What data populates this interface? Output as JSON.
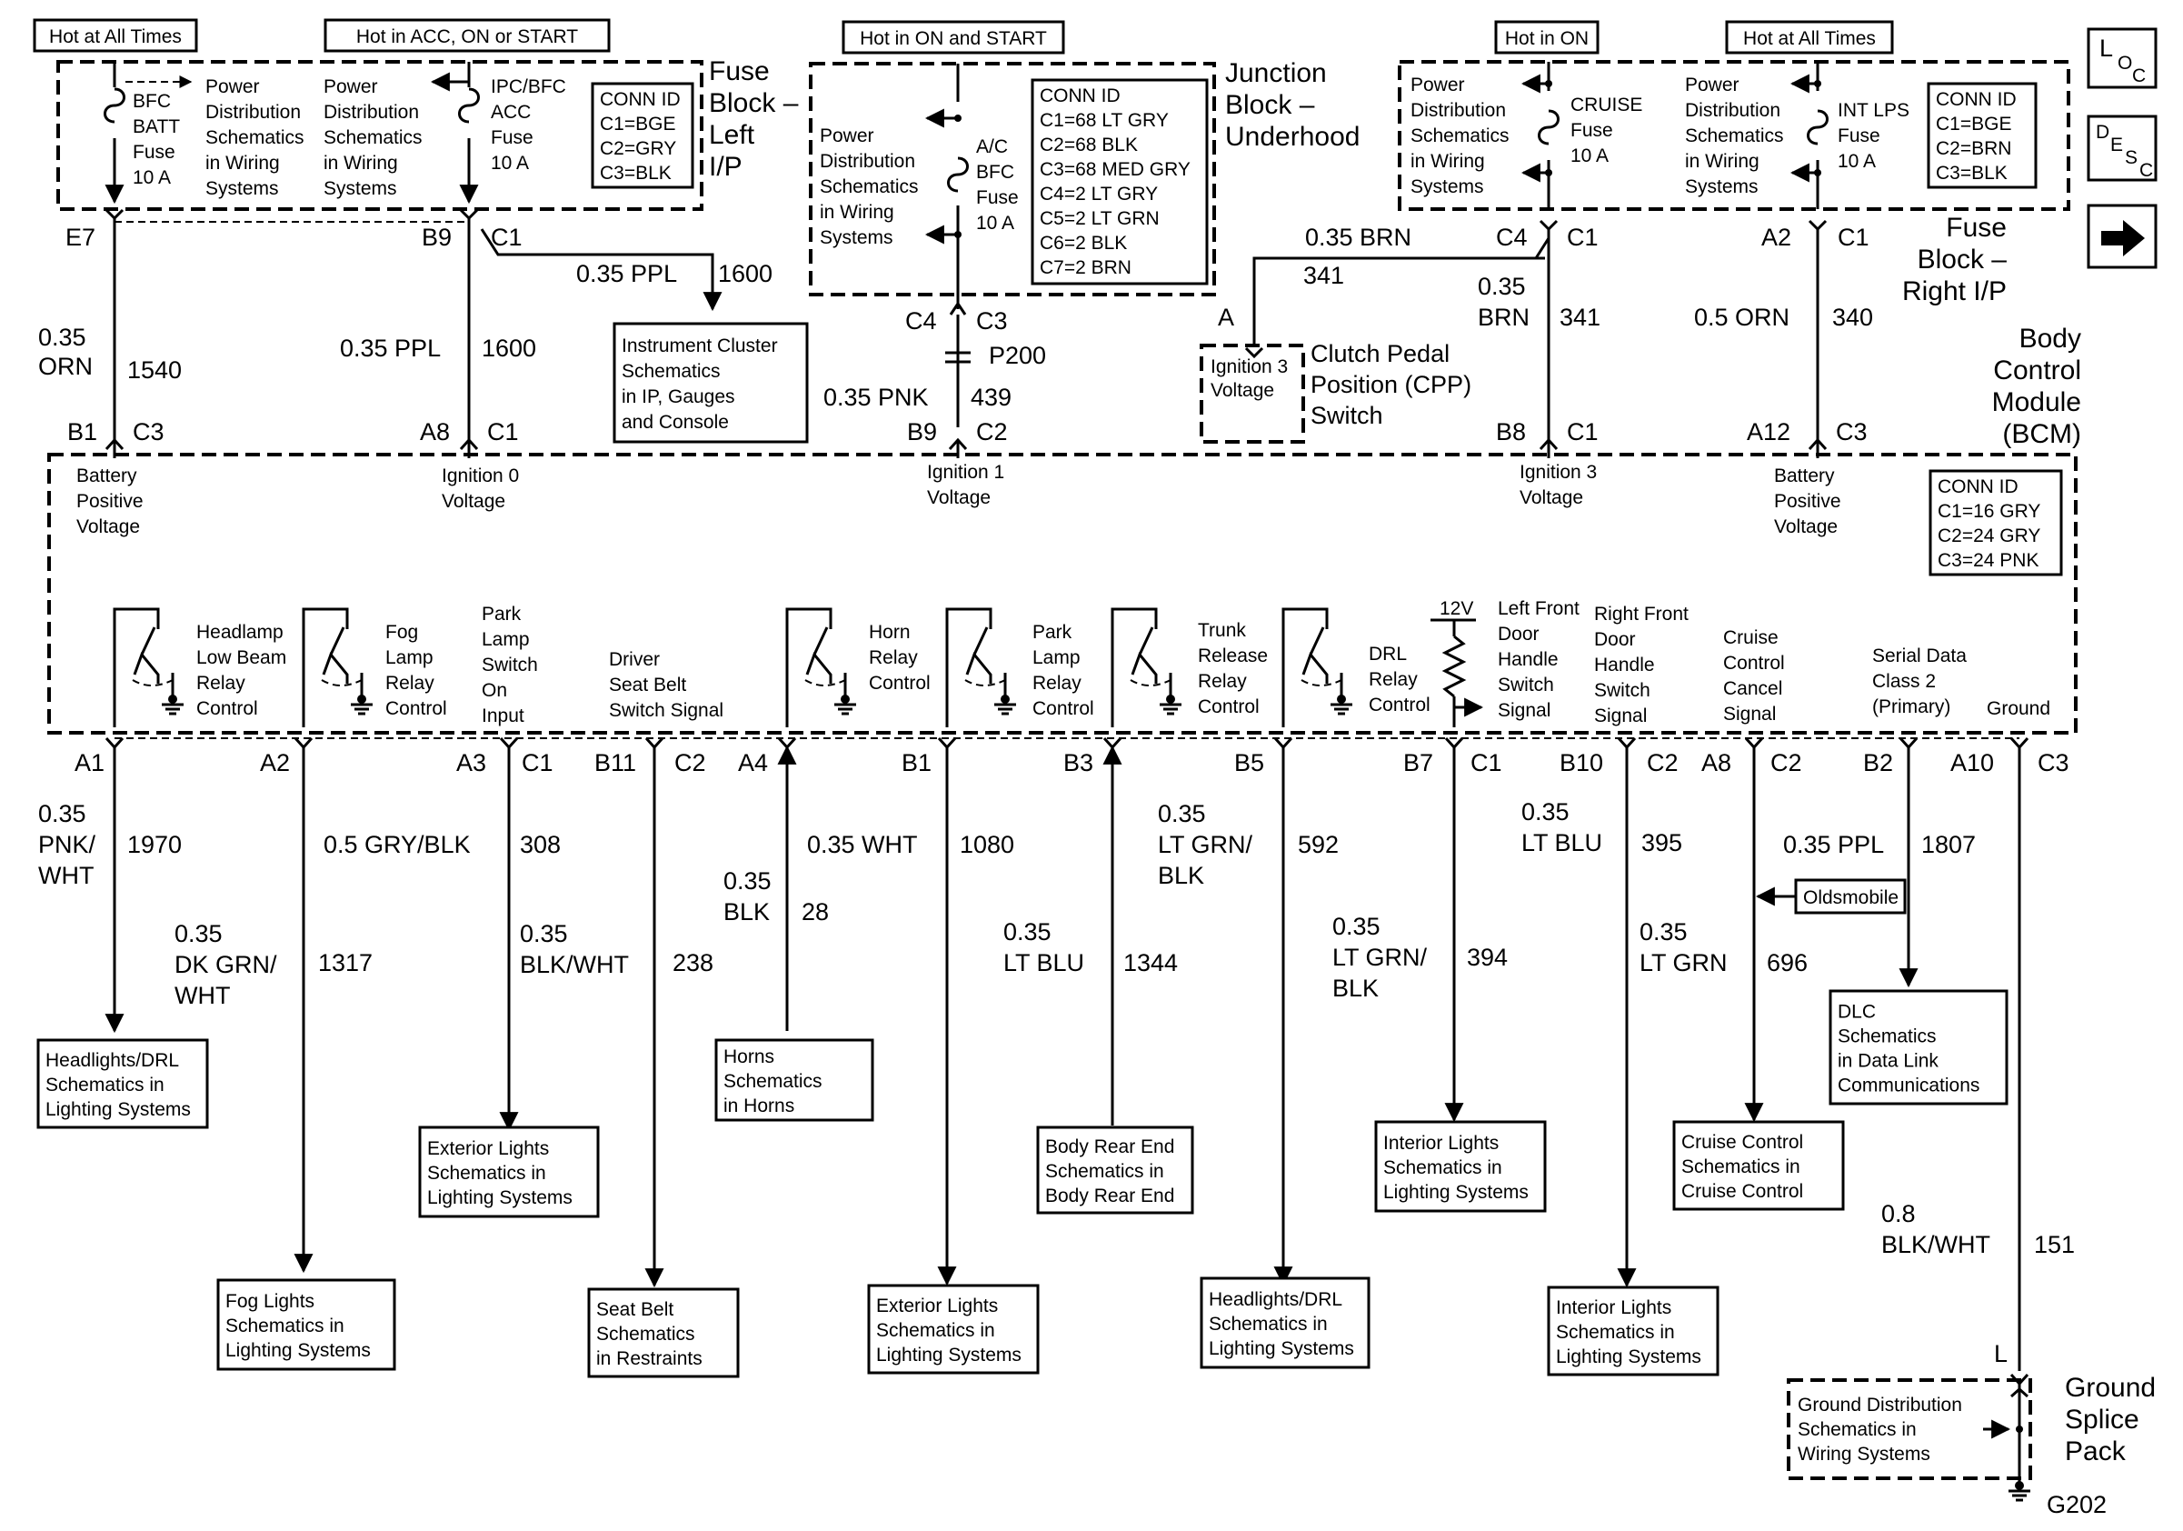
{
  "hot_labels": {
    "h1": "Hot at All Times",
    "h2": "Hot in ACC, ON or START",
    "h3": "Hot in ON and START",
    "h4": "Hot in ON",
    "h5": "Hot at All Times"
  },
  "fuse_block_left": {
    "title": [
      "Fuse",
      "Block –",
      "Left",
      "I/P"
    ],
    "bfc_fuse": [
      "BFC",
      "BATT",
      "Fuse",
      "10 A"
    ],
    "pds1": [
      "Power",
      "Distribution",
      "Schematics",
      "in Wiring",
      "Systems"
    ],
    "pds2": [
      "Power",
      "Distribution",
      "Schematics",
      "in Wiring",
      "Systems"
    ],
    "ipc_fuse": [
      "IPC/BFC",
      "ACC",
      "Fuse",
      "10 A"
    ],
    "conn": [
      "CONN ID",
      "C1=BGE",
      "C2=GRY",
      "C3=BLK"
    ]
  },
  "junction_block": {
    "title": [
      "Junction",
      "Block –",
      "Underhood"
    ],
    "pds": [
      "Power",
      "Distribution",
      "Schematics",
      "in Wiring",
      "Systems"
    ],
    "fuse": [
      "A/C",
      "BFC",
      "Fuse",
      "10 A"
    ],
    "conn": [
      "CONN ID",
      "C1=68 LT GRY",
      "C2=68 BLK",
      "C3=68 MED GRY",
      "C4=2 LT GRY",
      "C5=2 LT GRN",
      "C6=2 BLK",
      "C7=2 BRN"
    ]
  },
  "fuse_block_right": {
    "title": [
      "Fuse",
      "Block –",
      "Right I/P"
    ],
    "pds1": [
      "Power",
      "Distribution",
      "Schematics",
      "in Wiring",
      "Systems"
    ],
    "cruise_fuse": [
      "CRUISE",
      "Fuse",
      "10 A"
    ],
    "pds2": [
      "Power",
      "Distribution",
      "Schematics",
      "in Wiring",
      "Systems"
    ],
    "intlps_fuse": [
      "INT LPS",
      "Fuse",
      "10 A"
    ],
    "conn": [
      "CONN ID",
      "C1=BGE",
      "C2=BRN",
      "C3=BLK"
    ]
  },
  "nav": {
    "loc": [
      "L",
      "O",
      "C"
    ],
    "desc": [
      "D",
      "E",
      "S",
      "C"
    ],
    "next_icon": "arrow-right-icon"
  },
  "upper_wires": {
    "e7": "E7",
    "b9": "B9",
    "b9c": "C1",
    "ppl_branch": "0.35 PPL",
    "ppl_branch_num": "1600",
    "w1_gauge": "0.35",
    "w1_color": "ORN",
    "w1_num": "1540",
    "w2_gauge": "0.35 PPL",
    "w2_num": "1600",
    "ic_box": [
      "Instrument Cluster",
      "Schematics",
      "in IP, Gauges",
      "and Console"
    ],
    "c4": "C4",
    "c3": "C3",
    "p200": "P200",
    "w3_gauge": "0.35 PNK",
    "w3_num": "439",
    "brn_top": "0.35 BRN",
    "brn_top_num": "341",
    "c4r": "C4",
    "c1r": "C1",
    "cpp_a": "A",
    "cpp_box": [
      "Ignition 3",
      "Voltage"
    ],
    "cpp_title": [
      "Clutch Pedal",
      "Position (CPP)",
      "Switch"
    ],
    "w4_gauge": "0.35",
    "w4_color": "BRN",
    "w4_num": "341",
    "a2": "A2",
    "a2c": "C1",
    "w5_gauge": "0.5 ORN",
    "w5_num": "340",
    "bcm_title": [
      "Body",
      "Control",
      "Module",
      "(BCM)"
    ]
  },
  "bcm_pins_top": {
    "b1": "B1",
    "b1c": "C3",
    "a8": "A8",
    "a8c": "C1",
    "b9": "B9",
    "b9c": "C2",
    "b8": "B8",
    "b8c": "C1",
    "a12": "A12",
    "a12c": "C3"
  },
  "bcm": {
    "bat1": [
      "Battery",
      "Positive",
      "Voltage"
    ],
    "ign0": [
      "Ignition 0",
      "Voltage"
    ],
    "ign1": [
      "Ignition 1",
      "Voltage"
    ],
    "ign3": [
      "Ignition 3",
      "Voltage"
    ],
    "bat2": [
      "Battery",
      "Positive",
      "Voltage"
    ],
    "conn": [
      "CONN ID",
      "C1=16 GRY",
      "C2=24 GRY",
      "C3=24 PNK"
    ],
    "hl": [
      "Headlamp",
      "Low Beam",
      "Relay",
      "Control"
    ],
    "fog": [
      "Fog",
      "Lamp",
      "Relay",
      "Control"
    ],
    "park_sw": [
      "Park",
      "Lamp",
      "Switch",
      "On",
      "Input"
    ],
    "seat": [
      "Driver",
      "Seat Belt",
      "Switch Signal"
    ],
    "horn": [
      "Horn",
      "Relay",
      "Control"
    ],
    "park": [
      "Park",
      "Lamp",
      "Relay",
      "Control"
    ],
    "trunk": [
      "Trunk",
      "Release",
      "Relay",
      "Control"
    ],
    "drl": [
      "DRL",
      "Relay",
      "Control"
    ],
    "v12": "12V",
    "lfd": [
      "Left Front",
      "Door",
      "Handle",
      "Switch",
      "Signal"
    ],
    "rfd": [
      "Right Front",
      "Door",
      "Handle",
      "Switch",
      "Signal"
    ],
    "cruise": [
      "Cruise",
      "Control",
      "Cancel",
      "Signal"
    ],
    "serial": [
      "Serial Data",
      "Class 2",
      "(Primary)"
    ],
    "ground": "Ground"
  },
  "bottom_pins": {
    "a1": "A1",
    "a2": "A2",
    "a3": "A3",
    "a3c": "C1",
    "b11": "B11",
    "b11c": "C2",
    "a4": "A4",
    "b1": "B1",
    "b3": "B3",
    "b5": "B5",
    "b7": "B7",
    "b7c": "C1",
    "b10": "B10",
    "b10c": "C2",
    "a8": "A8",
    "a8c": "C2",
    "b2": "B2",
    "a10": "A10",
    "a10c": "C3"
  },
  "bottom_wires": {
    "w1970": [
      "0.35",
      "PNK/",
      "WHT"
    ],
    "n1970": "1970",
    "w1317": [
      "0.35",
      "DK GRN/",
      "WHT"
    ],
    "n1317": "1317",
    "w308": "0.5 GRY/BLK",
    "n308": "308",
    "w238": [
      "0.35",
      "BLK/WHT"
    ],
    "n238": "238",
    "w28": [
      "0.35",
      "BLK"
    ],
    "n28": "28",
    "w1080": "0.35 WHT",
    "n1080": "1080",
    "w1344": [
      "0.35",
      "LT BLU"
    ],
    "n1344": "1344",
    "w592": [
      "0.35",
      "LT GRN/",
      "BLK"
    ],
    "n592": "592",
    "w394": [
      "0.35",
      "LT GRN/",
      "BLK"
    ],
    "n394": "394",
    "w395": [
      "0.35",
      "LT BLU"
    ],
    "n395": "395",
    "w696": [
      "0.35",
      "LT GRN"
    ],
    "n696": "696",
    "w1807": "0.35 PPL",
    "n1807": "1807",
    "oldsmobile": "Oldsmobile",
    "w151": [
      "0.8",
      "BLK/WHT"
    ],
    "n151": "151"
  },
  "dest_boxes": {
    "hl": [
      "Headlights/DRL",
      "Schematics in",
      "Lighting Systems"
    ],
    "fog": [
      "Fog Lights",
      "Schematics in",
      "Lighting Systems"
    ],
    "ext1": [
      "Exterior Lights",
      "Schematics in",
      "Lighting Systems"
    ],
    "seat": [
      "Seat Belt",
      "Schematics",
      "in Restraints"
    ],
    "horn": [
      "Horns",
      "Schematics",
      "in Horns"
    ],
    "ext2": [
      "Exterior Lights",
      "Schematics in",
      "Lighting Systems"
    ],
    "rear": [
      "Body Rear End",
      "Schematics in",
      "Body Rear End"
    ],
    "hl2": [
      "Headlights/DRL",
      "Schematics in",
      "Lighting Systems"
    ],
    "int1": [
      "Interior Lights",
      "Schematics in",
      "Lighting Systems"
    ],
    "int2": [
      "Interior Lights",
      "Schematics in",
      "Lighting Systems"
    ],
    "cruise": [
      "Cruise Control",
      "Schematics in",
      "Cruise Control"
    ],
    "dlc": [
      "DLC",
      "Schematics",
      "in Data Link",
      "Communications"
    ]
  },
  "ground": {
    "l": "L",
    "box": [
      "Ground Distribution",
      "Schematics in",
      "Wiring Systems"
    ],
    "title": [
      "Ground",
      "Splice",
      "Pack"
    ],
    "g202": "G202"
  }
}
